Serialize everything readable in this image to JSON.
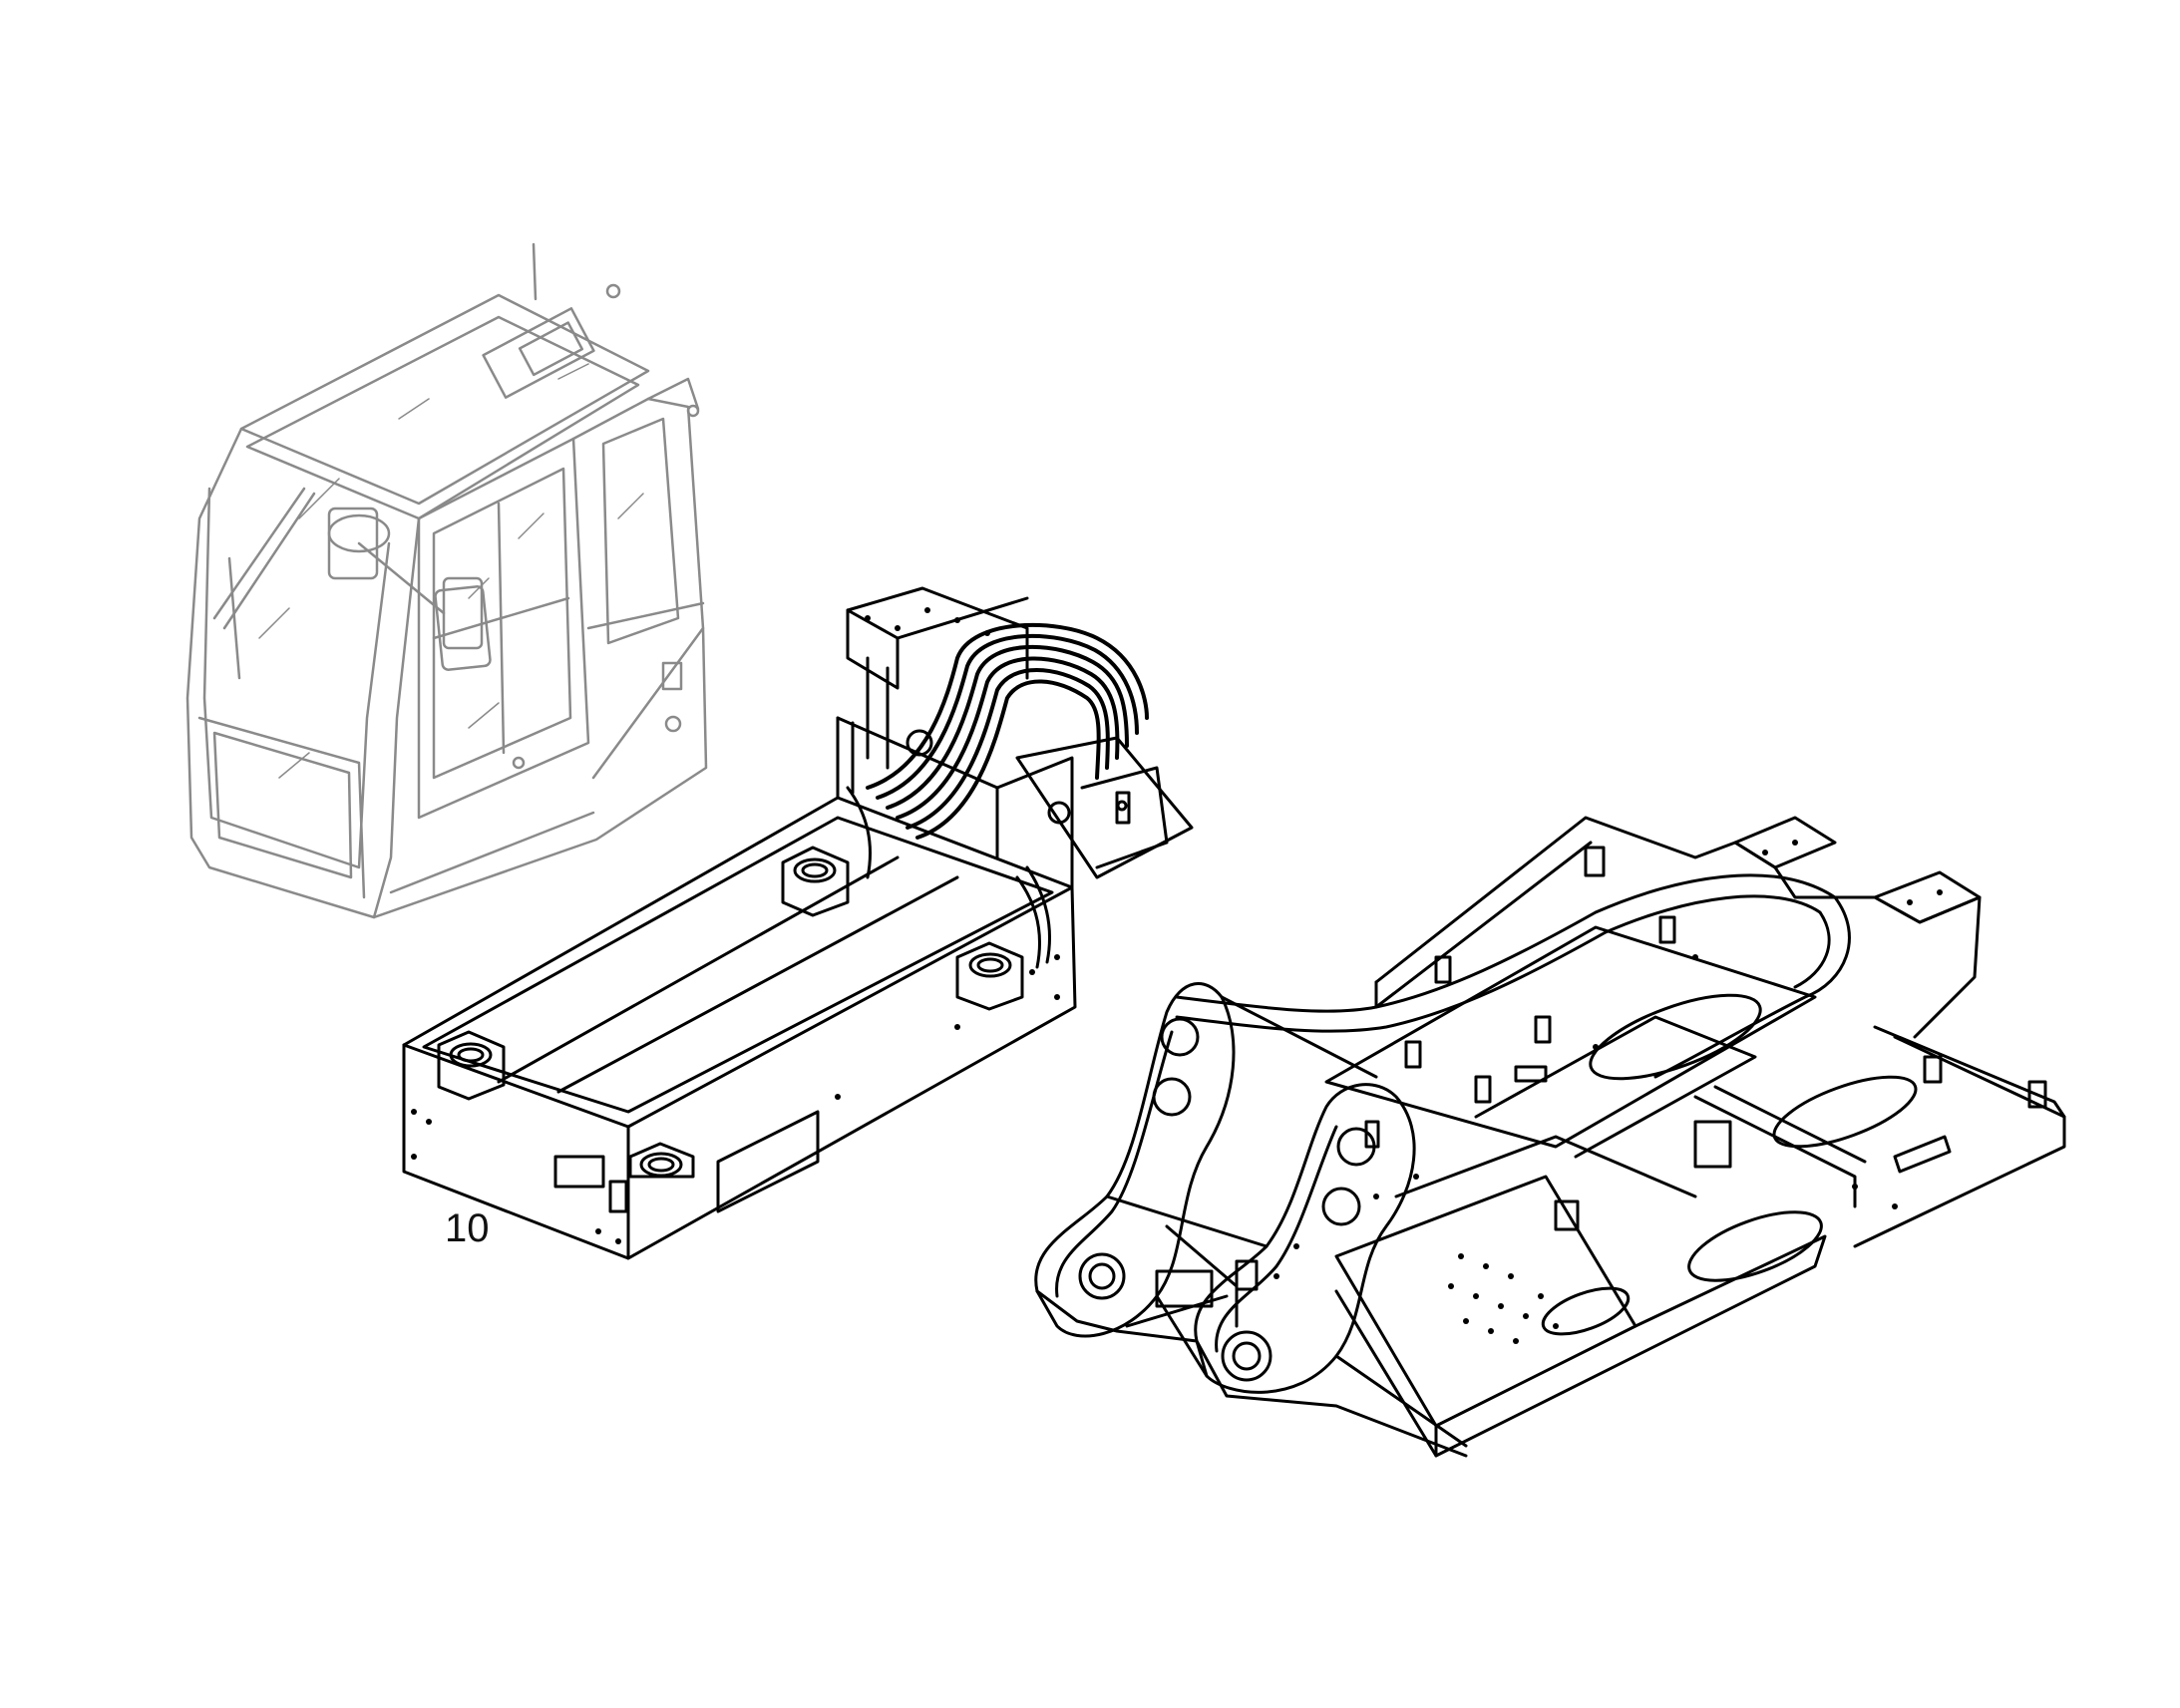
{
  "diagram": {
    "callouts": [
      {
        "id": "part-10",
        "label": "10"
      }
    ],
    "components": [
      {
        "name": "operator-cab",
        "style": "ghosted"
      },
      {
        "name": "counterweight-frame",
        "style": "solid"
      },
      {
        "name": "hose-bundle",
        "style": "solid"
      },
      {
        "name": "upper-carriage-frame",
        "style": "solid"
      }
    ],
    "colors": {
      "line": "#000000",
      "ghost": "#8a8a8a",
      "background": "#ffffff"
    }
  }
}
